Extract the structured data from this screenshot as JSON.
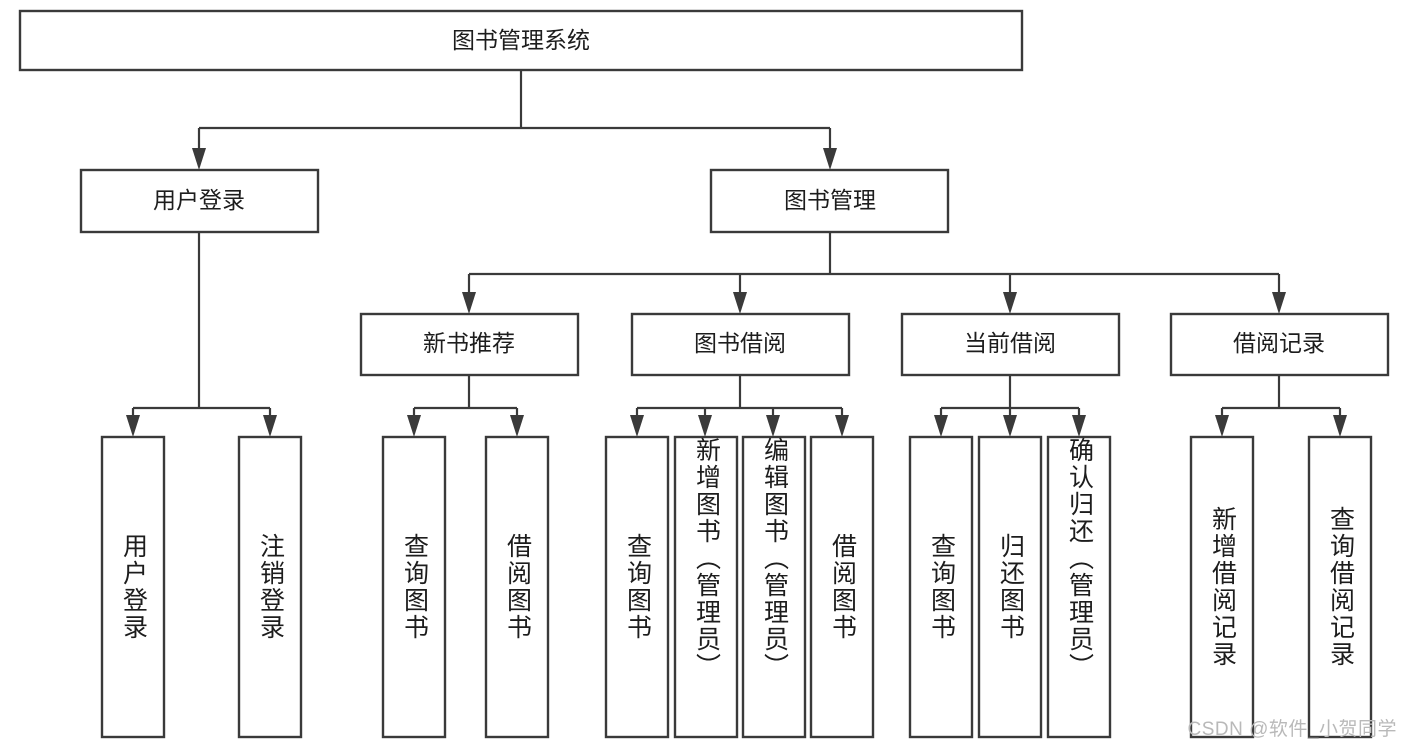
{
  "diagram": {
    "type": "tree",
    "title": "图书管理系统",
    "root": {
      "label": "图书管理系统"
    },
    "level2": [
      {
        "label": "用户登录"
      },
      {
        "label": "图书管理"
      }
    ],
    "level3": [
      {
        "label": "新书推荐"
      },
      {
        "label": "图书借阅"
      },
      {
        "label": "当前借阅"
      },
      {
        "label": "借阅记录"
      }
    ],
    "leaves": {
      "user_login": [
        {
          "label": "用户登录"
        },
        {
          "label": "注销登录"
        }
      ],
      "new_book_recommend": [
        {
          "label": "查询图书"
        },
        {
          "label": "借阅图书"
        }
      ],
      "book_borrow": [
        {
          "label": "查询图书"
        },
        {
          "label": "新增图书（管理员）"
        },
        {
          "label": "编辑图书（管理员）"
        },
        {
          "label": "借阅图书"
        }
      ],
      "current_borrow": [
        {
          "label": "查询图书"
        },
        {
          "label": "归还图书"
        },
        {
          "label": "确认归还（管理员）"
        }
      ],
      "borrow_record": [
        {
          "label": "新增借阅记录"
        },
        {
          "label": "查询借阅记录"
        }
      ]
    }
  },
  "watermark": {
    "text": "CSDN @软件_小贺同学"
  },
  "colors": {
    "stroke": "#3a3a3a",
    "box_fill": "#ffffff",
    "text": "#1d1d1d",
    "watermark": "#b9b9b9",
    "background": "#ffffff"
  }
}
